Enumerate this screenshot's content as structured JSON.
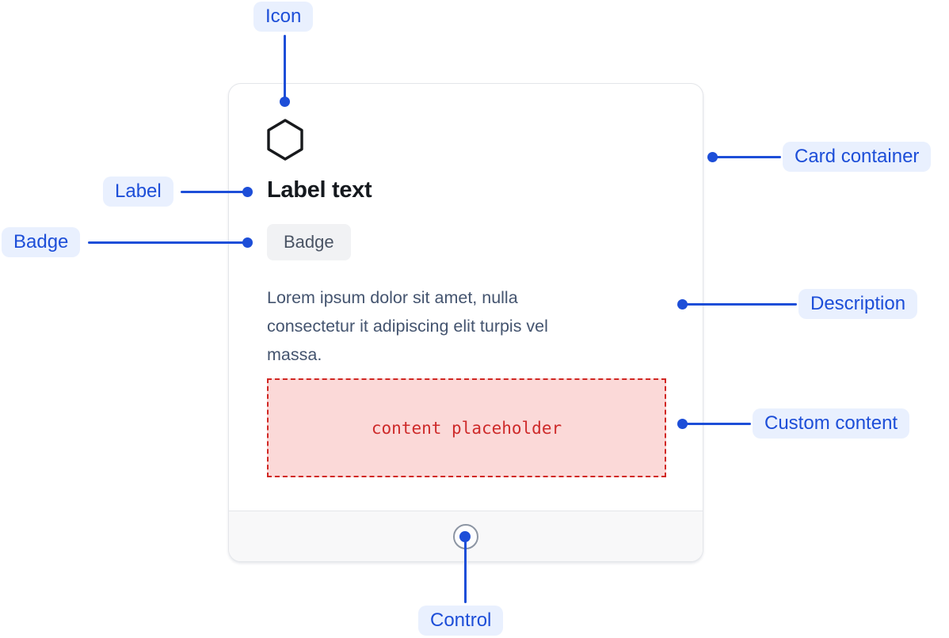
{
  "callouts": {
    "icon": {
      "label": "Icon"
    },
    "label": {
      "label": "Label"
    },
    "badge": {
      "label": "Badge"
    },
    "card_container": {
      "label": "Card container"
    },
    "description": {
      "label": "Description"
    },
    "custom_content": {
      "label": "Custom content"
    },
    "control": {
      "label": "Control"
    }
  },
  "card": {
    "icon": "hexagon-icon",
    "label_text": "Label text",
    "badge_text": "Badge",
    "description_lines": [
      "Lorem ipsum dolor sit amet, nulla",
      "consectetur it adipiscing elit turpis vel",
      "massa."
    ],
    "placeholder_text": "content placeholder"
  },
  "colors": {
    "accent": "#1D4ED8",
    "pill_bg": "#E9F0FE",
    "card_border": "#E4E6EA",
    "footer_bg": "#F8F8F9",
    "badge_bg": "#F1F2F4",
    "title_text": "#15191E",
    "badge_text": "#4A5464",
    "description_text": "#44546F",
    "placeholder_bg": "#FBD9D8",
    "placeholder_border": "#D12723",
    "placeholder_text": "#CE2A2A",
    "control_border": "#8C95A3"
  }
}
